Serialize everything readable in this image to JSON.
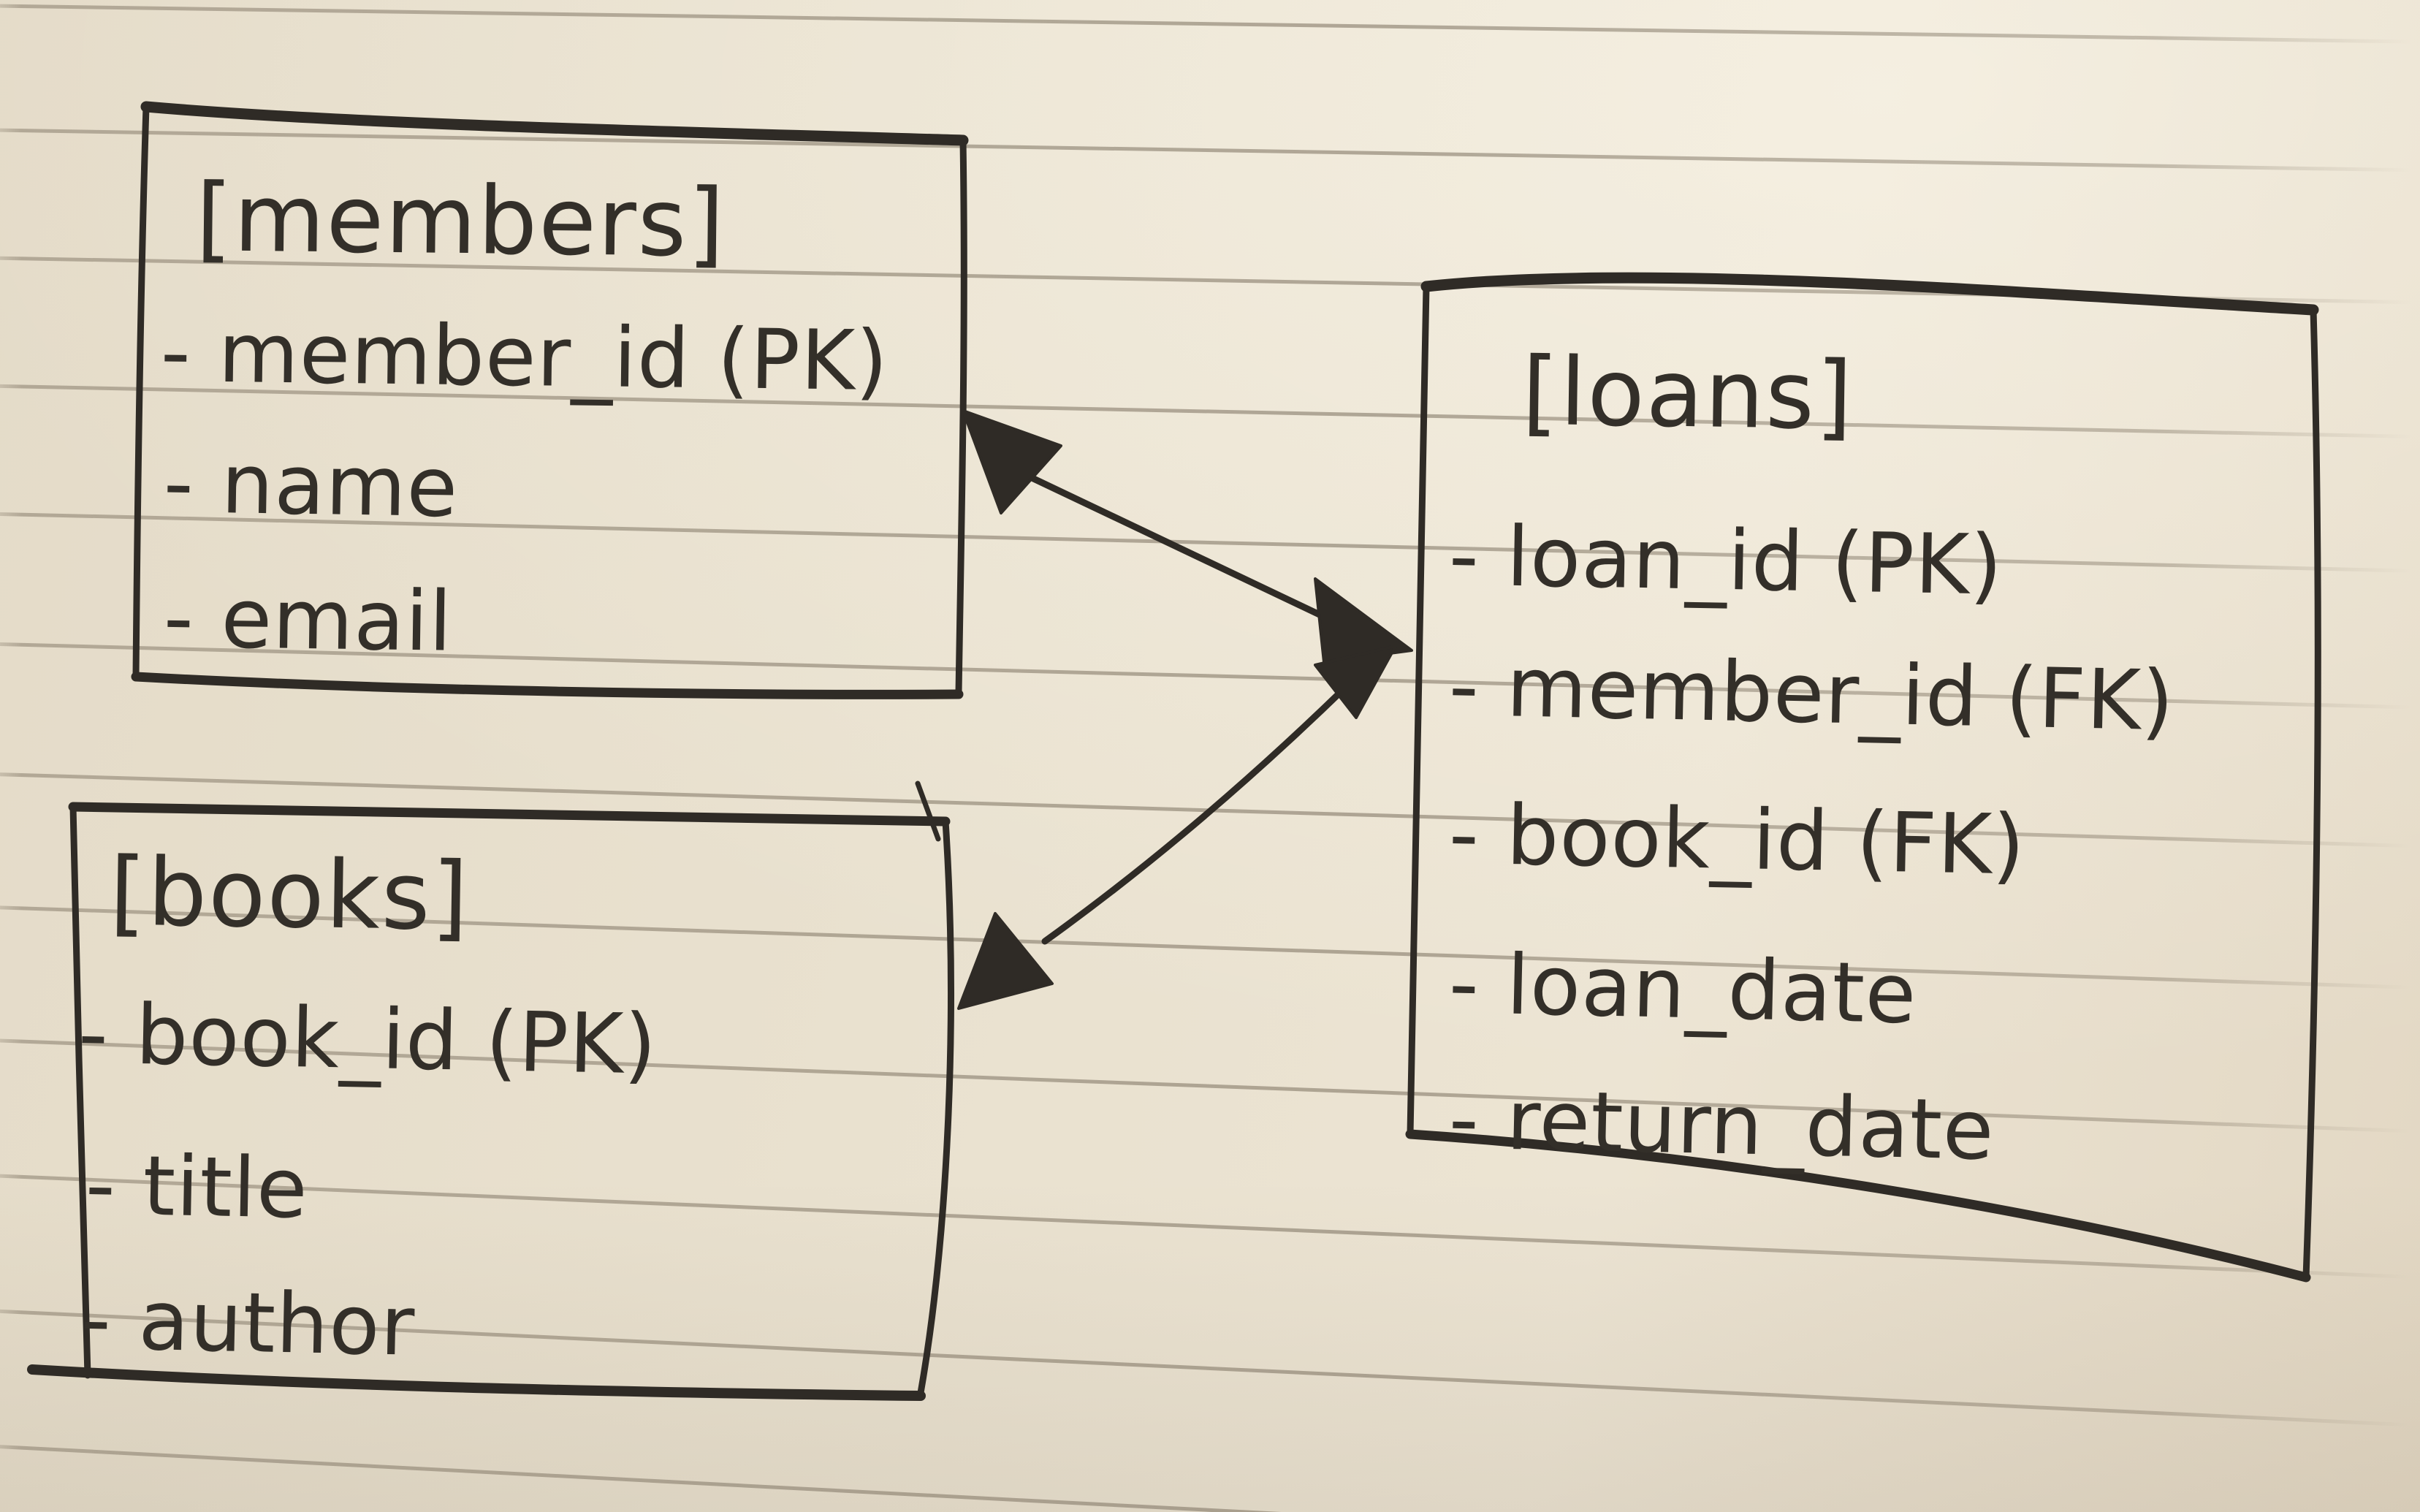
{
  "diagram": {
    "kind": "hand-drawn entity-relationship sketch on lined paper",
    "colors": {
      "paper": "#e8dfcd",
      "ink": "#2f2b26",
      "rule_line": "#8d8376"
    }
  },
  "tables": [
    {
      "name": "members",
      "title": "[members]",
      "fields": [
        "- member_id (PK)",
        "- name",
        "- email"
      ]
    },
    {
      "name": "books",
      "title": "[books]",
      "fields": [
        "- book_id (PK)",
        "- title",
        "- author"
      ]
    },
    {
      "name": "loans",
      "title": "[loans]",
      "fields": [
        "- loan_id (PK)",
        "- member_id (FK)",
        "- book_id (FK)",
        "- loan_date",
        "- return_date"
      ]
    }
  ],
  "relationships": [
    {
      "from": "members",
      "to": "loans",
      "arrow": "double-headed"
    },
    {
      "from": "books",
      "to": "loans",
      "arrow": "double-headed"
    }
  ]
}
